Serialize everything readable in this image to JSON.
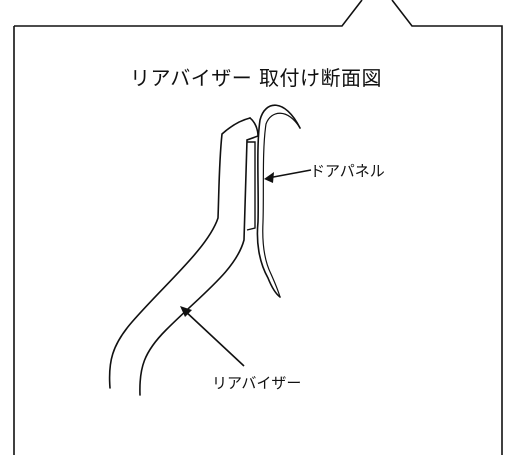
{
  "title": "リアバイザー 取付け断面図",
  "labels": {
    "door_panel": "ドアパネル",
    "rear_visor": "リアバイザー"
  },
  "colors": {
    "line": "#111111",
    "background": "#ffffff"
  }
}
